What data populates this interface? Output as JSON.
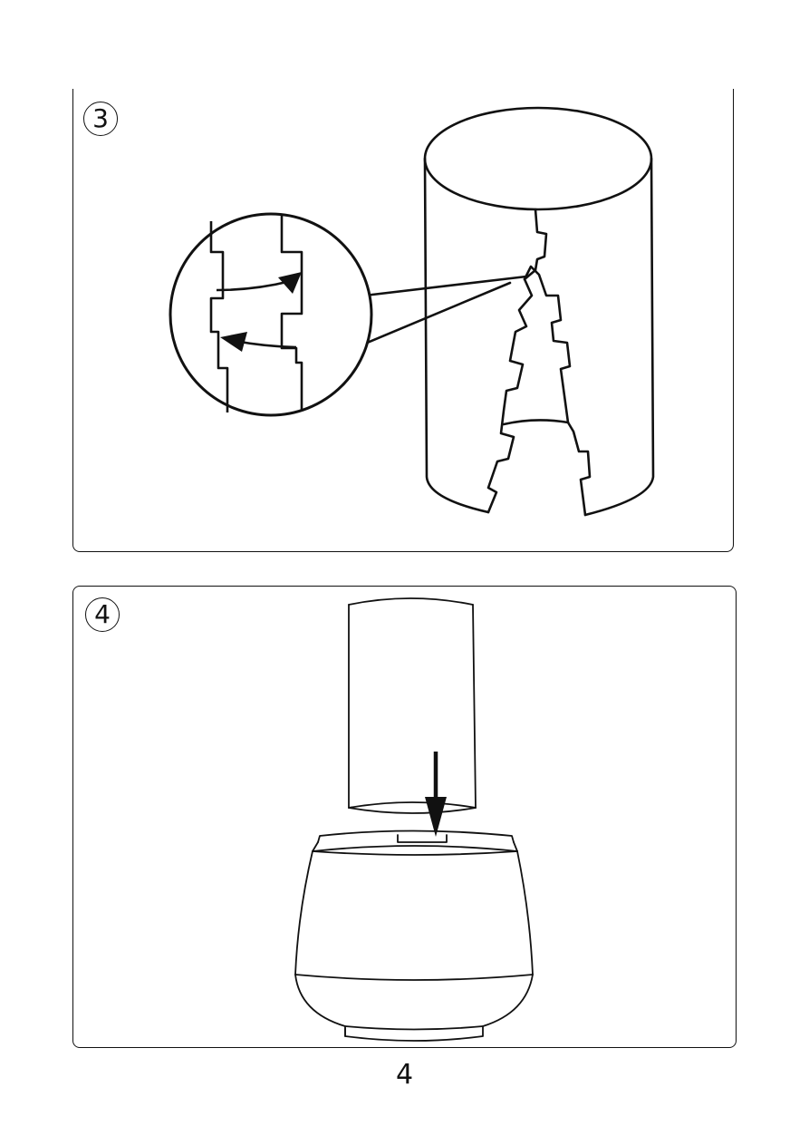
{
  "steps": [
    {
      "number": "3"
    },
    {
      "number": "4"
    }
  ],
  "page_number": "4",
  "icons": {
    "step3_illustration": "cylinder-jigsaw-seam-icon",
    "step3_detail": "magnified-seam-detail-icon",
    "step4_illustration": "shade-onto-base-icon"
  },
  "colors": {
    "line": "#111111",
    "background": "#ffffff"
  }
}
